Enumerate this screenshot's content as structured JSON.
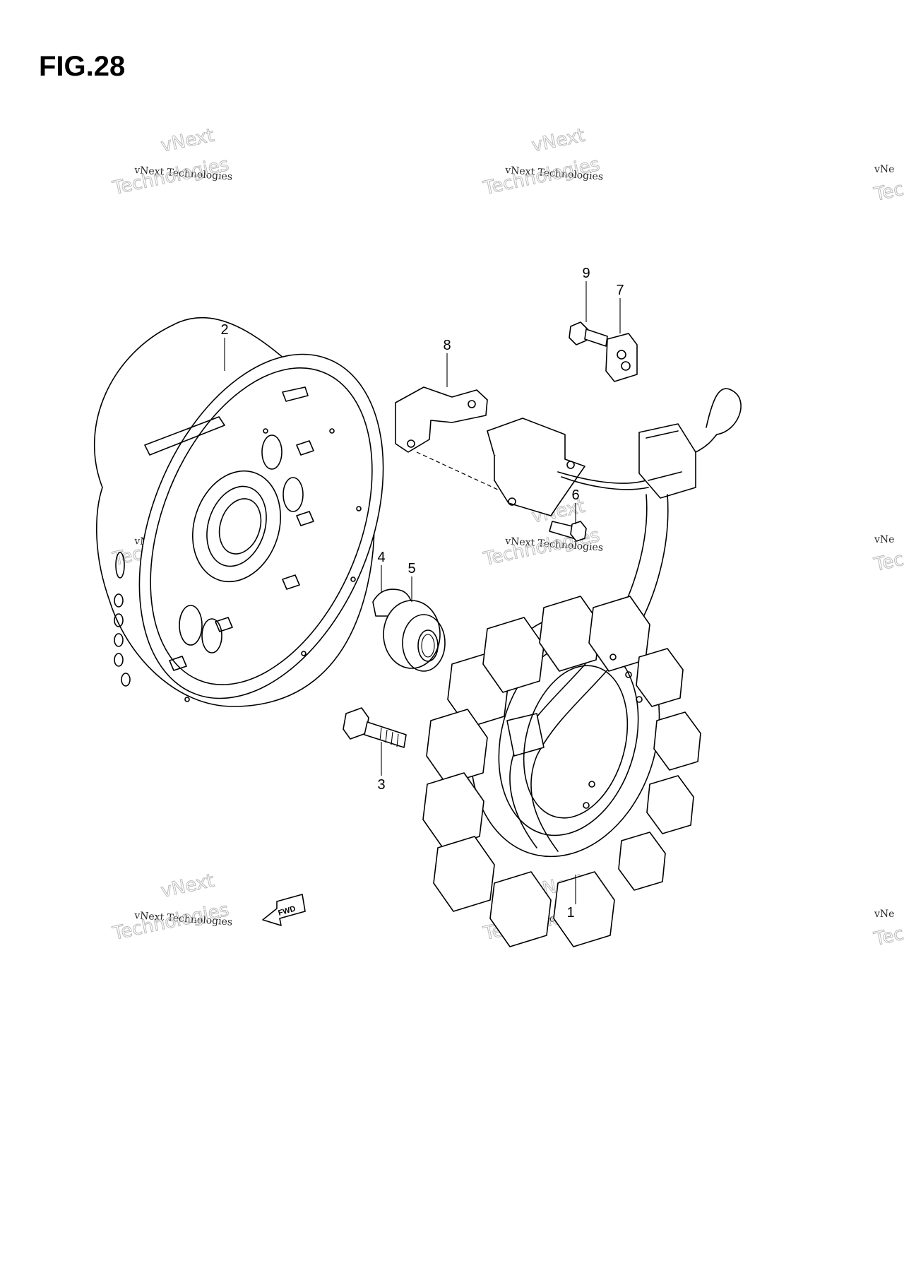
{
  "figure": {
    "title": "FIG.28"
  },
  "callouts": [
    {
      "id": "1",
      "label": "1"
    },
    {
      "id": "2",
      "label": "2"
    },
    {
      "id": "3",
      "label": "3"
    },
    {
      "id": "4",
      "label": "4"
    },
    {
      "id": "5",
      "label": "5"
    },
    {
      "id": "6",
      "label": "6"
    },
    {
      "id": "7",
      "label": "7"
    },
    {
      "id": "8",
      "label": "8"
    },
    {
      "id": "9",
      "label": "9"
    }
  ],
  "watermark": {
    "line_top": "vNext",
    "line_mid": "vNext Technologies",
    "line_big": "Technologies",
    "edge_small": "vNe",
    "edge_big": "Tec"
  },
  "fwd_arrow": {
    "label": "FWD"
  },
  "colors": {
    "ink": "#000000",
    "background": "#ffffff",
    "watermark": "#bbbbbb"
  }
}
